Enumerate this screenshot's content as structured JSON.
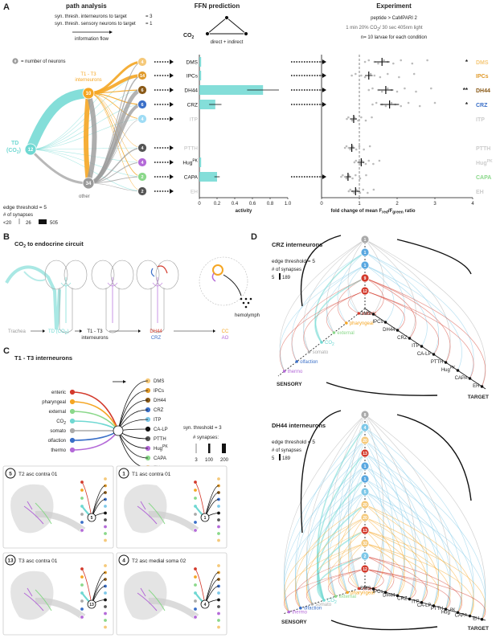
{
  "colors": {
    "cyan": "#6fd8d2",
    "orange": "#f5a623",
    "dkorange": "#c77812",
    "brown": "#8a5a18",
    "blue": "#3a6fc8",
    "lightblue": "#7ec8e8",
    "gray": "#9a9a9a",
    "purple": "#b46ad8",
    "green": "#8ad88a",
    "red": "#d33a2c",
    "black": "#111"
  },
  "panelA": {
    "letter": "A",
    "path_title": "path analysis",
    "ffn_title": "FFN prediction",
    "exp_title": "Experiment",
    "thresh1": "syn. thresh. interneurons to target",
    "thresh1_val": "= 3",
    "thresh2": "syn. thresh. sensory neurons to target",
    "thresh2_val": "= 1",
    "info_flow": "information flow",
    "num_neurons": "= number of neurons",
    "num_badge": "#",
    "t1t3_label": "T1 - T3",
    "t1t3_label2": "interneurons",
    "td_label": "TD",
    "td_label2": "(CO",
    "td_sub": "2",
    "td_label3": ")",
    "other_label": "other",
    "edge_threshold": "edge threshold = 5",
    "num_synapses": "# of synapses",
    "syn_scale": [
      "<20",
      "26",
      "505"
    ],
    "nodes": [
      {
        "num": "12",
        "color": "#6fd8d2"
      },
      {
        "num": "10",
        "color": "#f5a623"
      },
      {
        "num": "34",
        "color": "#9a9a9a"
      }
    ],
    "targets": [
      {
        "num": "4",
        "label": "DMS",
        "exp": "DMS",
        "star": "*",
        "color": "#f5c97a"
      },
      {
        "num": "14",
        "label": "IPCs",
        "exp": "IPCs",
        "star": "",
        "color": "#e09a2a"
      },
      {
        "num": "6",
        "label": "DH44",
        "exp": "DH44",
        "star": "**",
        "color": "#8a5a18"
      },
      {
        "num": "6",
        "label": "CRZ",
        "exp": "CRZ",
        "star": "*",
        "color": "#3a6fc8"
      },
      {
        "num": "4",
        "label": "ITP",
        "exp": "ITP",
        "star": "",
        "color": "#7ec8e8"
      },
      {
        "num": "4",
        "label": "PTTH",
        "exp": "PTTH",
        "star": "",
        "color": "#555"
      },
      {
        "num": "4",
        "label": "Hug",
        "exp": "Hug",
        "star": "",
        "color": "#b46ad8"
      },
      {
        "num": "2",
        "label": "CAPA",
        "exp": "CAPA",
        "star": "",
        "color": "#8ad88a"
      },
      {
        "num": "2",
        "label": "EH",
        "exp": "EH",
        "star": "",
        "color": "#555"
      }
    ],
    "hug_sup": "PK",
    "co2_label": "CO",
    "co2_sub": "2",
    "direct_label": "direct + indirect",
    "exp_sub1": "peptide > CaMPARI 2",
    "exp_sub2": "1 min 20% CO",
    "exp_sub2b": " / 30 sec 405nm light",
    "exp_sub3": "n= 10 larvae for each condition",
    "ffn_xlabel": "activity",
    "exp_xlabel": "fold change of mean F",
    "exp_xlabel2": "/F",
    "exp_xlabel3": " ratio",
    "exp_red": "red",
    "exp_green": "green"
  },
  "chart_data": [
    {
      "type": "bar",
      "title": "FFN prediction",
      "xlabel": "activity",
      "categories": [
        "DMS",
        "IPCs",
        "DH44",
        "CRZ",
        "ITP",
        "PTTH",
        "Hug",
        "CAPA",
        "EH"
      ],
      "values": [
        0.02,
        0.02,
        0.72,
        0.18,
        0.0,
        0.0,
        0.02,
        0.2,
        0.0
      ],
      "errors": [
        0.0,
        0.0,
        0.18,
        0.07,
        0.0,
        0.0,
        0.0,
        0.03,
        0.0
      ],
      "xlim": [
        0,
        1
      ],
      "xticks": [
        "0",
        "0.2",
        "0.4",
        "0.6",
        "0.8",
        "1.0"
      ]
    },
    {
      "type": "scatter",
      "title": "Experiment",
      "xlabel": "fold change of mean Fred/Fgreen ratio",
      "categories": [
        "DMS",
        "IPCs",
        "DH44",
        "CRZ",
        "ITP",
        "PTTH",
        "Hug",
        "CAPA",
        "EH"
      ],
      "values": [
        1.6,
        1.25,
        1.7,
        1.8,
        0.85,
        0.8,
        1.05,
        0.7,
        0.9
      ],
      "errors": [
        0.2,
        0.1,
        0.2,
        0.25,
        0.08,
        0.06,
        0.08,
        0.06,
        0.12
      ],
      "xlim": [
        0,
        4
      ],
      "xticks": [
        "0",
        "1",
        "2",
        "3",
        "4"
      ]
    }
  ],
  "panelB": {
    "letter": "B",
    "title": "CO",
    "title_sub": "2",
    "title_rest": " to endocrine circuit",
    "hemolymph": "hemolymph",
    "flow": [
      "Trachea",
      "TD (CO",
      "T1 - T3",
      "DH44",
      "CC"
    ],
    "flow_td_sub": "2",
    "flow_td_end": ")",
    "flow_t13b": "interneurons",
    "flow_crz": "CRZ",
    "flow_ao": "AO"
  },
  "panelC": {
    "letter": "C",
    "title": "T1 - T3 interneurons",
    "sensory": [
      "enteric",
      "pharyngeal",
      "external",
      "CO",
      "somato",
      "olfaction",
      "thermo"
    ],
    "sensory_co2_sub": "2",
    "targets": [
      "DMS",
      "IPCs",
      "DH44",
      "CRZ",
      "ITP",
      "CA-LP",
      "PTTH",
      "Hug",
      "CAPA",
      "EH"
    ],
    "hug_sup": "PK",
    "syn_thresh": "syn. threshold = 3",
    "num_syn": "# synapses:",
    "scale": [
      "3",
      "100",
      "200"
    ],
    "neurons": [
      {
        "num": "5",
        "name": "T2 asc contra 01"
      },
      {
        "num": "1",
        "name": "T1 asc contra 01"
      },
      {
        "num": "13",
        "name": "T3 asc contra 01"
      },
      {
        "num": "4",
        "name": "T2 asc medial soma 02"
      }
    ]
  },
  "panelD": {
    "letter": "D",
    "crz_title": "CRZ interneurons",
    "dh44_title": "DH44 interneurons",
    "edge_threshold": "edge threshold = 5",
    "num_synapses": "# of synapses",
    "scale_min": "5",
    "scale_max": "189",
    "sensory_label": "SENSORY",
    "target_label": "TARGET",
    "crz_nodes": [
      "1",
      "1",
      "1",
      "9",
      "12"
    ],
    "dh44_nodes": [
      "8",
      "4",
      "20",
      "13",
      "1",
      "1",
      "5",
      "20",
      "20",
      "13",
      "32",
      "2",
      "12"
    ],
    "modalities": [
      "enteric",
      "pharyngeal",
      "external",
      "CO",
      "somato",
      "olfaction",
      "thermo"
    ],
    "mod_co2_sub": "2",
    "targets": [
      "DMS",
      "IPCs",
      "DH44",
      "CRZ",
      "ITP",
      "CA-LP",
      "PTTH",
      "Hug",
      "CAPA",
      "EH"
    ],
    "hug_sup": "PK"
  }
}
